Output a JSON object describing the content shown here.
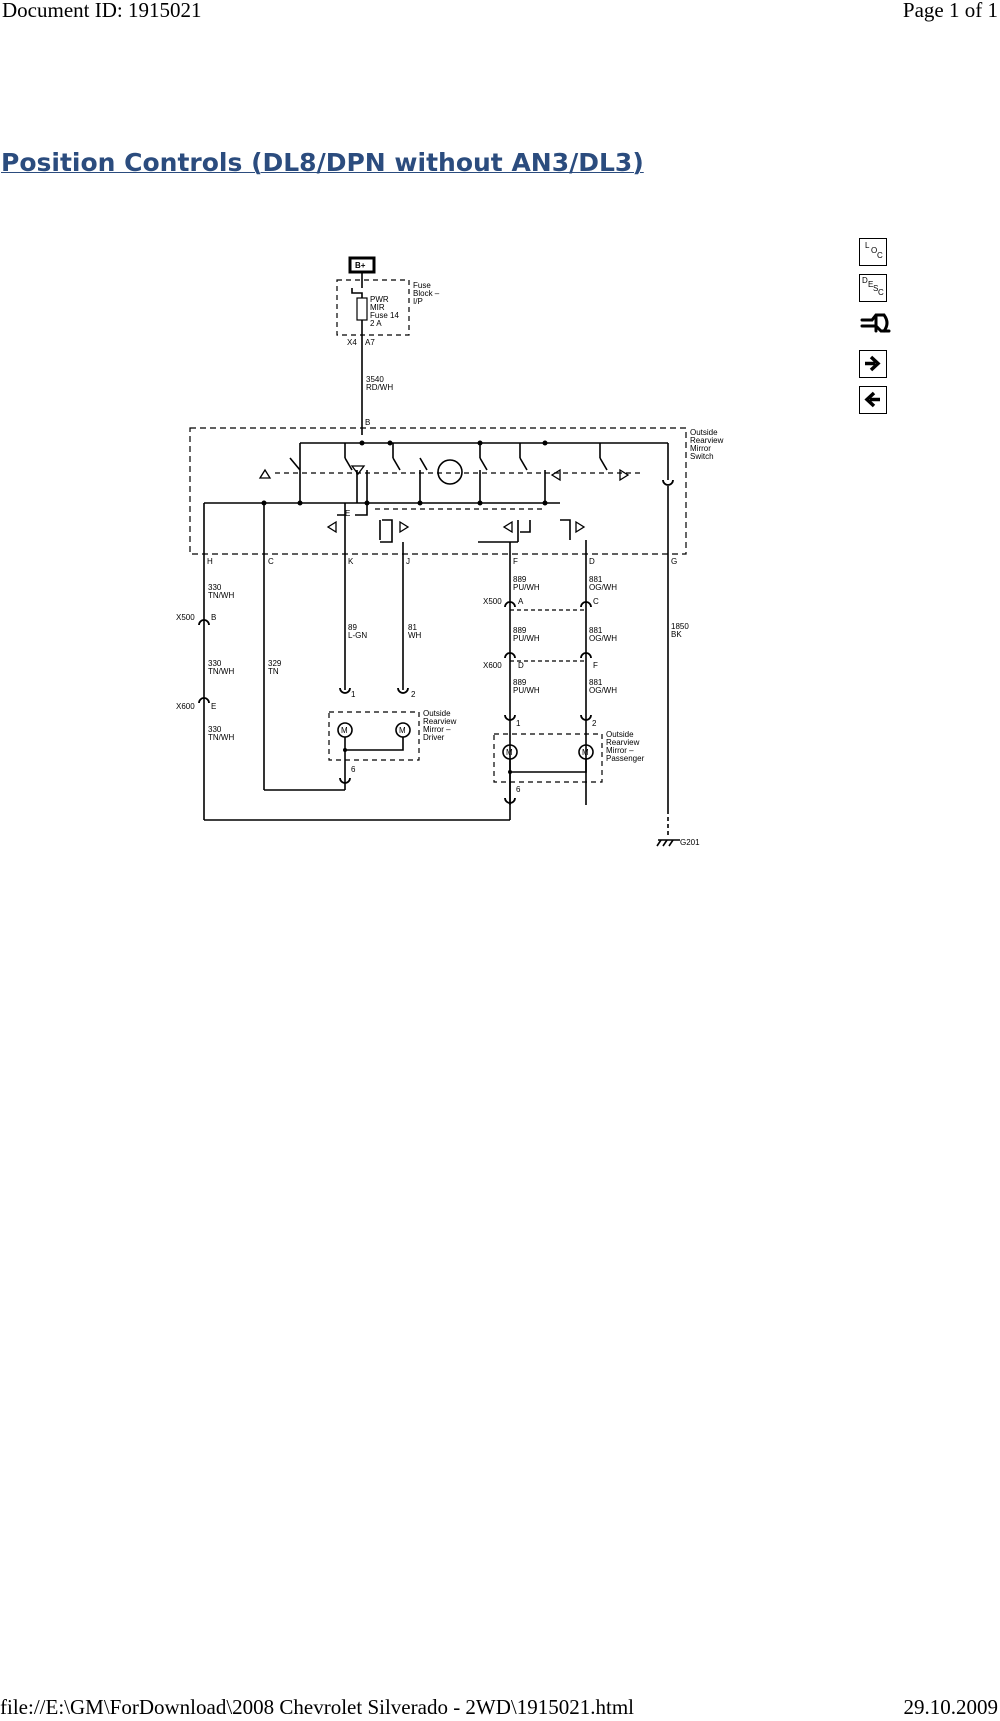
{
  "header": {
    "document_id": "Document ID: 1915021",
    "page": "Page 1 of 1"
  },
  "title": "Position Controls (DL8/DPN without AN3/DL3)",
  "footer": {
    "path": "file://E:\\GM\\ForDownload\\2008 Chevrolet Silverado - 2WD\\1915021.html",
    "date": "29.10.2009"
  },
  "side_nav": {
    "loc_letters": [
      "L",
      "O",
      "C"
    ],
    "desc_letters": [
      "D",
      "E",
      "S",
      "C"
    ],
    "icons": [
      "loc-icon",
      "desc-icon",
      "connector-icon",
      "arrow-right-icon",
      "arrow-left-icon"
    ]
  },
  "diagram": {
    "power": "B+",
    "fuse_block": [
      "Fuse",
      "Block –",
      "I/P"
    ],
    "fuse": [
      "PWR",
      "MIR",
      "Fuse 14",
      "2 A"
    ],
    "fuse_pins": [
      "X4",
      "A7"
    ],
    "wire_3540": [
      "3540",
      "RD/WH"
    ],
    "switch_pin_b": "B",
    "switch_label": [
      "Outside",
      "Rearview",
      "Mirror",
      "Switch"
    ],
    "switch_e": "E",
    "switch_pins": [
      "H",
      "C",
      "K",
      "J",
      "F",
      "D",
      "G"
    ],
    "wire_330_a": [
      "330",
      "TN/WH"
    ],
    "wire_330_b": [
      "330",
      "TN/WH"
    ],
    "wire_330_c": [
      "330",
      "TN/WH"
    ],
    "wire_329": [
      "329",
      "TN"
    ],
    "wire_89": [
      "89",
      "L-GN"
    ],
    "wire_81": [
      "81",
      "WH"
    ],
    "wire_889_a": [
      "889",
      "PU/WH"
    ],
    "wire_889_b": [
      "889",
      "PU/WH"
    ],
    "wire_889_c": [
      "889",
      "PU/WH"
    ],
    "wire_881_a": [
      "881",
      "OG/WH"
    ],
    "wire_881_b": [
      "881",
      "OG/WH"
    ],
    "wire_881_c": [
      "881",
      "OG/WH"
    ],
    "wire_1850": [
      "1850",
      "BK"
    ],
    "x500": "X500",
    "x500_pins": [
      "B",
      "A",
      "C"
    ],
    "x600": "X600",
    "x600_pins": [
      "E",
      "D",
      "F"
    ],
    "x500_right": "X500",
    "x600_right": "X600",
    "driver_pins": [
      "1",
      "2",
      "6"
    ],
    "passenger_pins": [
      "1",
      "2",
      "6"
    ],
    "motor": "M",
    "driver_label": [
      "Outside",
      "Rearview",
      "Mirror –",
      "Driver"
    ],
    "passenger_label": [
      "Outside",
      "Rearview",
      "Mirror –",
      "Passenger"
    ],
    "ground": "G201"
  }
}
